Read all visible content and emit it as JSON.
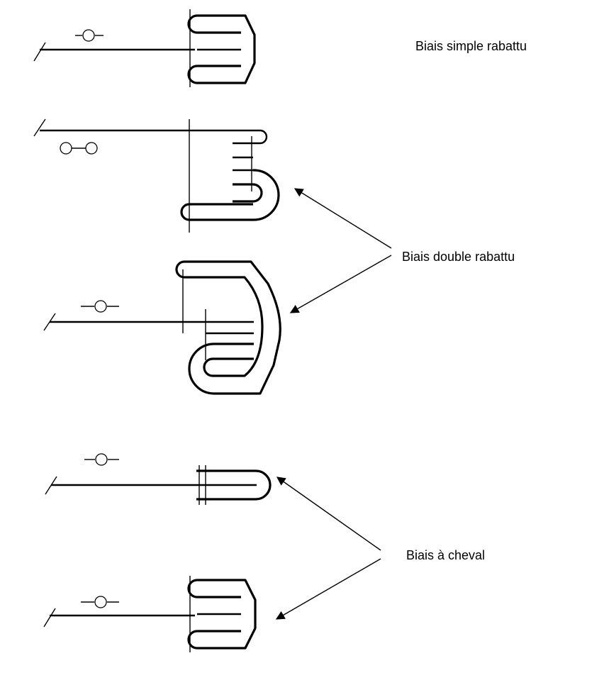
{
  "labels": {
    "simple": "Biais simple rabattu",
    "double": "Biais double rabattu",
    "cheval": "Biais à cheval"
  },
  "colors": {
    "background": "#ffffff",
    "stroke": "#000000"
  }
}
